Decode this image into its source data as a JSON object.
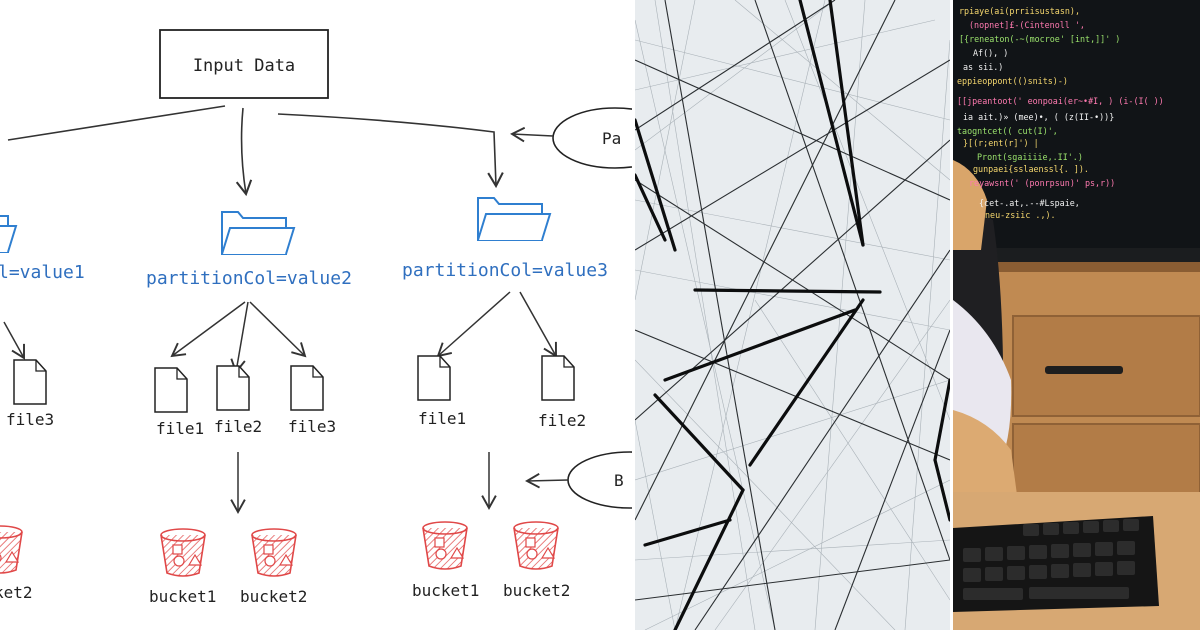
{
  "diagram": {
    "input_box": "Input Data",
    "side_bubble_top": "Pa",
    "side_bubble_bottom": "B",
    "partitions": [
      {
        "label": "l=value1",
        "files": [
          "file3"
        ],
        "buckets": [
          "ket2"
        ]
      },
      {
        "label": "partitionCol=value2",
        "files": [
          "file1",
          "file2",
          "file3"
        ],
        "buckets": [
          "bucket1",
          "bucket2"
        ]
      },
      {
        "label": "partitionCol=value3",
        "files": [
          "file1",
          "file2"
        ],
        "buckets": [
          "bucket1",
          "bucket2"
        ]
      }
    ],
    "colors": {
      "folder": "#2f7fd0",
      "partition_text": "#2f6fbf",
      "bucket": "#e04848",
      "ink": "#333333"
    }
  },
  "code_screen": {
    "lines": [
      "rpiaye(ai(prriisustasn),",
      "(nopnet]£-(Cintenoll  ',",
      "[{reneaton(-~(mocroe' [int,]]' )",
      "Af(),  )",
      "as sii.)",
      "eppieoppont(()snits)-)",
      "[[jpeantoot(' eonpoai(er~•#I, ) (i-(I( ))",
      "ia ait.)» (mee)•,  ( (z(II-•))}",
      "taogntcet(( cut(I)',",
      "}[(r;ent(r]') |",
      "Pront(sgaiiiie,.II'.)",
      "gunpaei{sslaenssl{. ]).",
      "reyawsnt(' (ponrpsun)' ps,r))",
      "{cet-.at,.--#Lspaie,",
      "neu-zsiic .,)."
    ]
  }
}
